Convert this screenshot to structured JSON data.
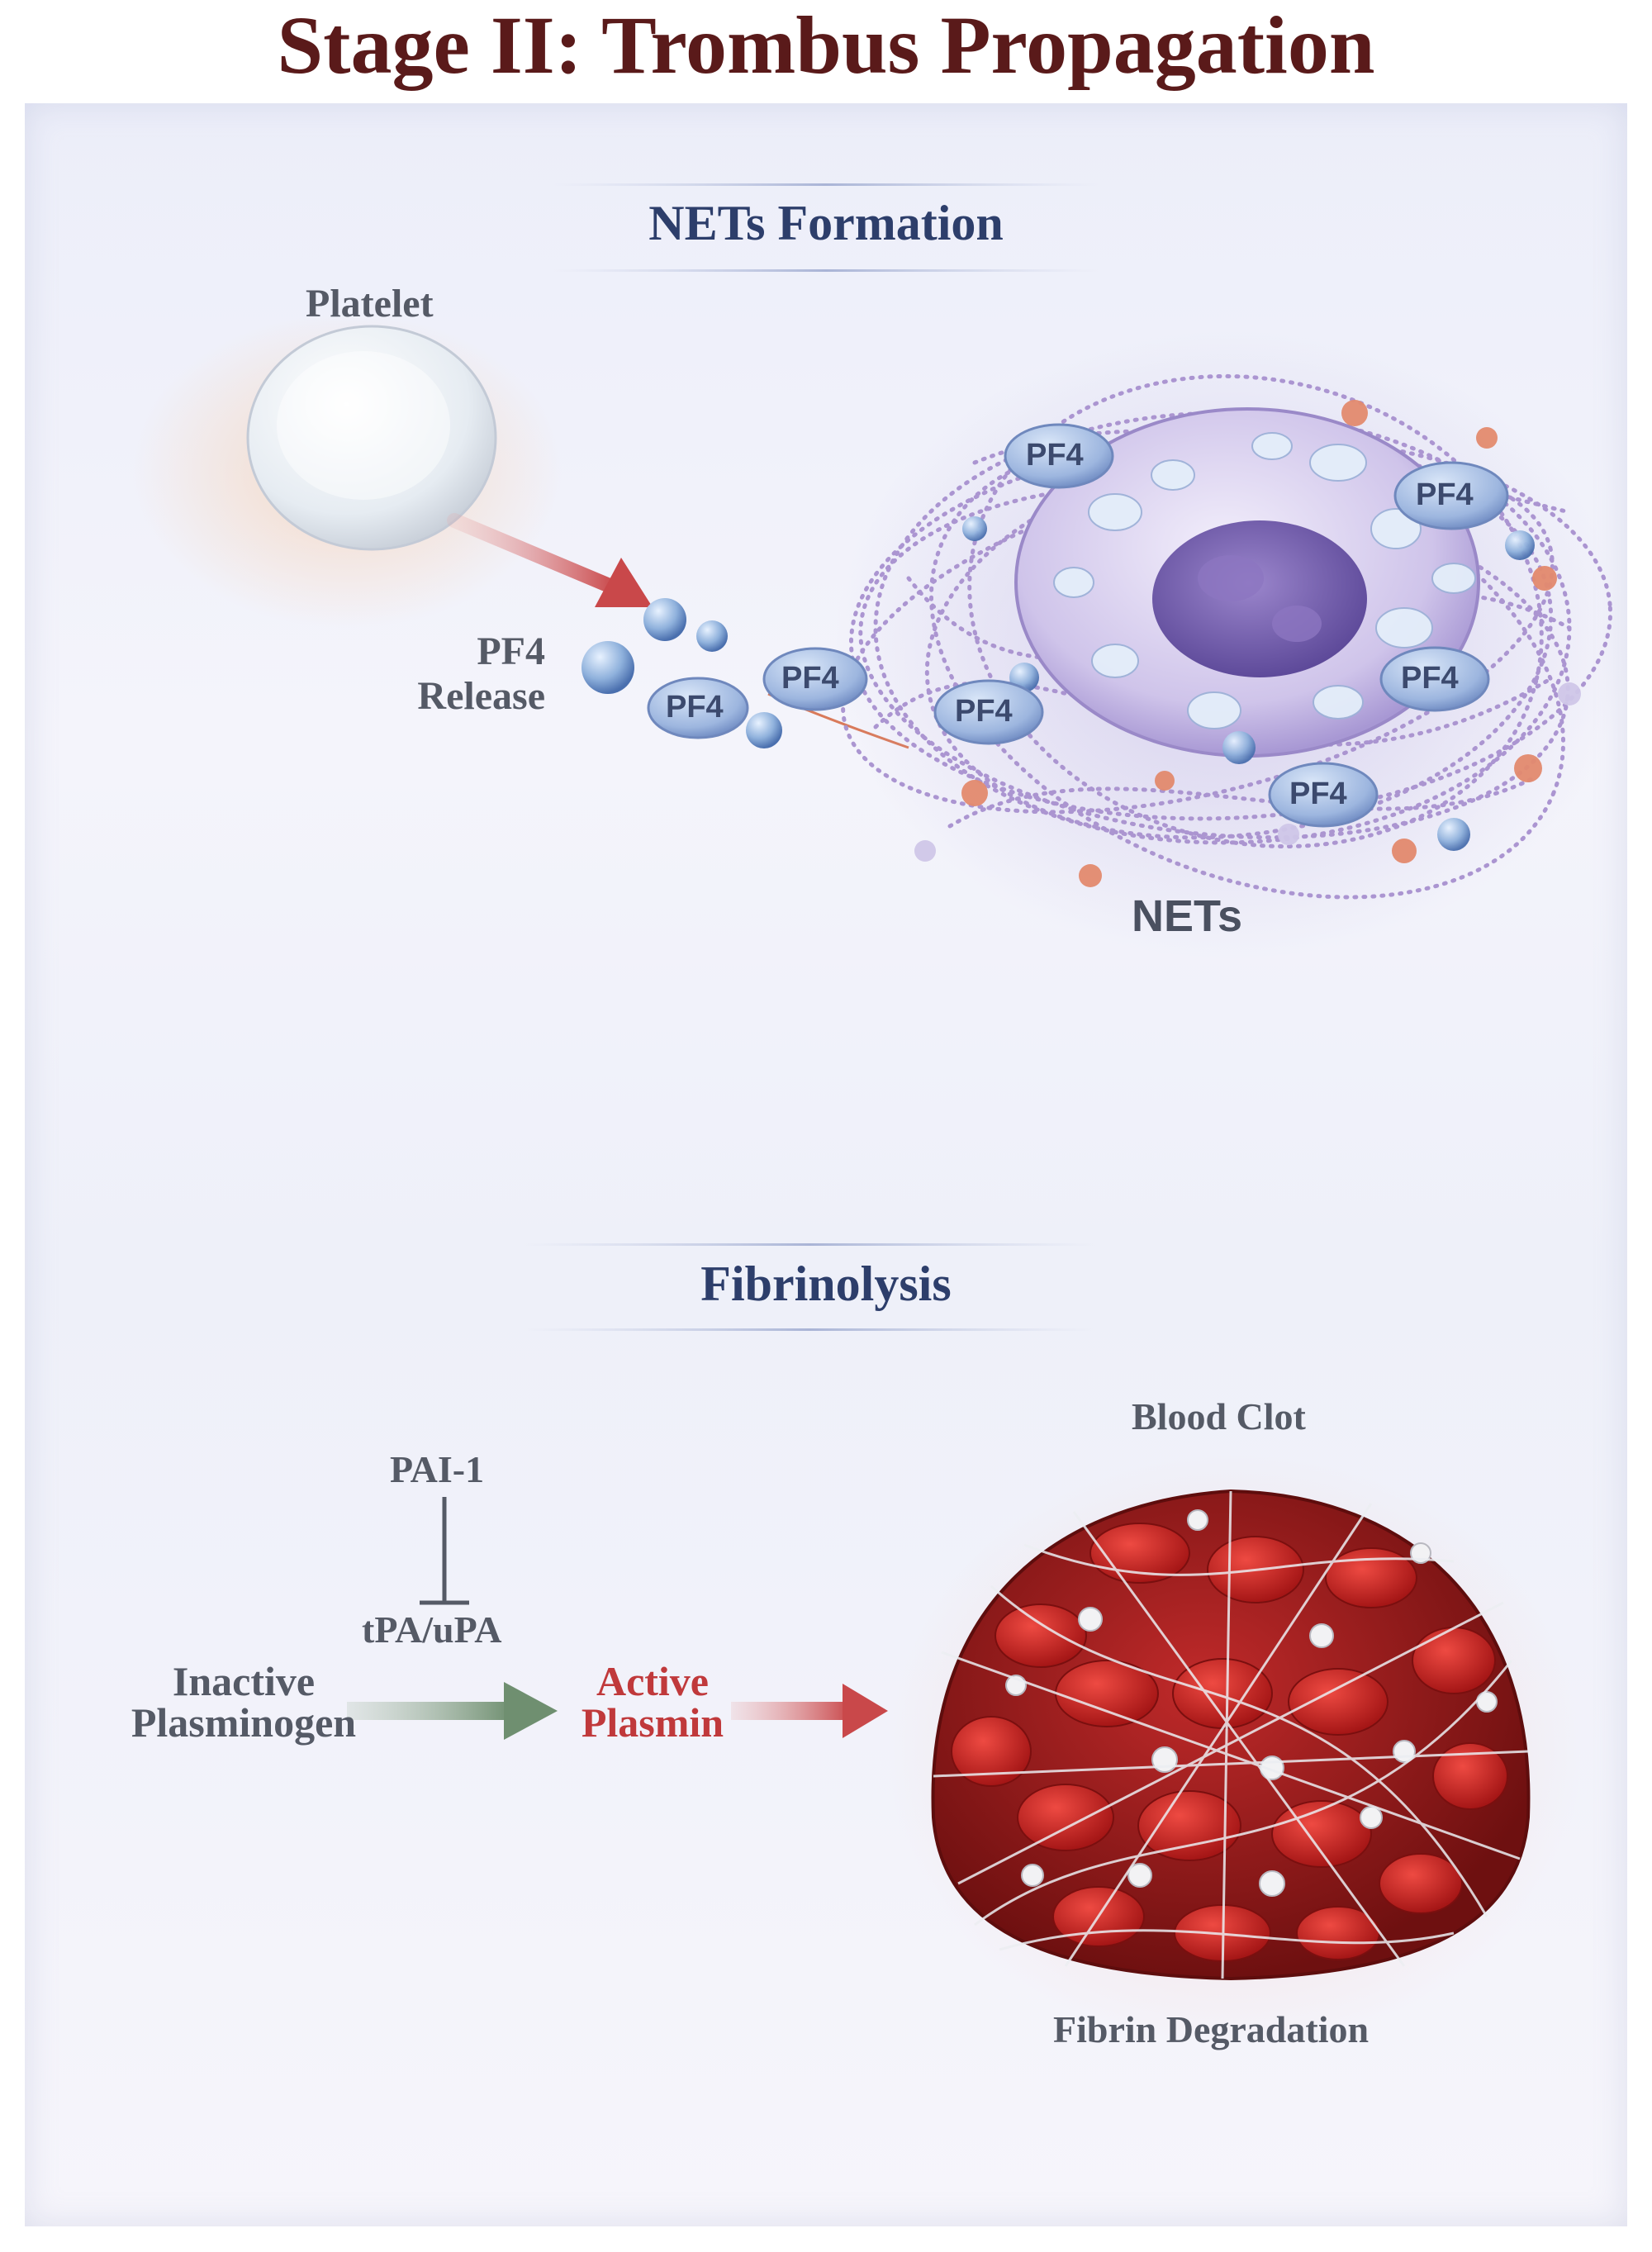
{
  "title": "Stage II: Trombus Propagation",
  "nets_section": {
    "heading": "NETs Formation",
    "platelet_label": "Platelet",
    "release_label_line1": "PF4",
    "release_label_line2": "Release",
    "pf4_label": "PF4",
    "nets_label": "NETs"
  },
  "fibrinolysis_section": {
    "heading": "Fibrinolysis",
    "inhibitor_label": "PAI-1",
    "activator_label": "tPA/uPA",
    "inactive_line1": "Inactive",
    "inactive_line2": "Plasminogen",
    "active_line1": "Active",
    "active_line2": "Plasmin",
    "clot_label": "Blood Clot",
    "degradation_label": "Fibrin Degradation"
  },
  "colors": {
    "title": "#5a1a1a",
    "heading": "#2d3e6b",
    "plasmin": "#c0393b",
    "arrow_red": "#c9484a",
    "arrow_green": "#7d9a7e"
  }
}
